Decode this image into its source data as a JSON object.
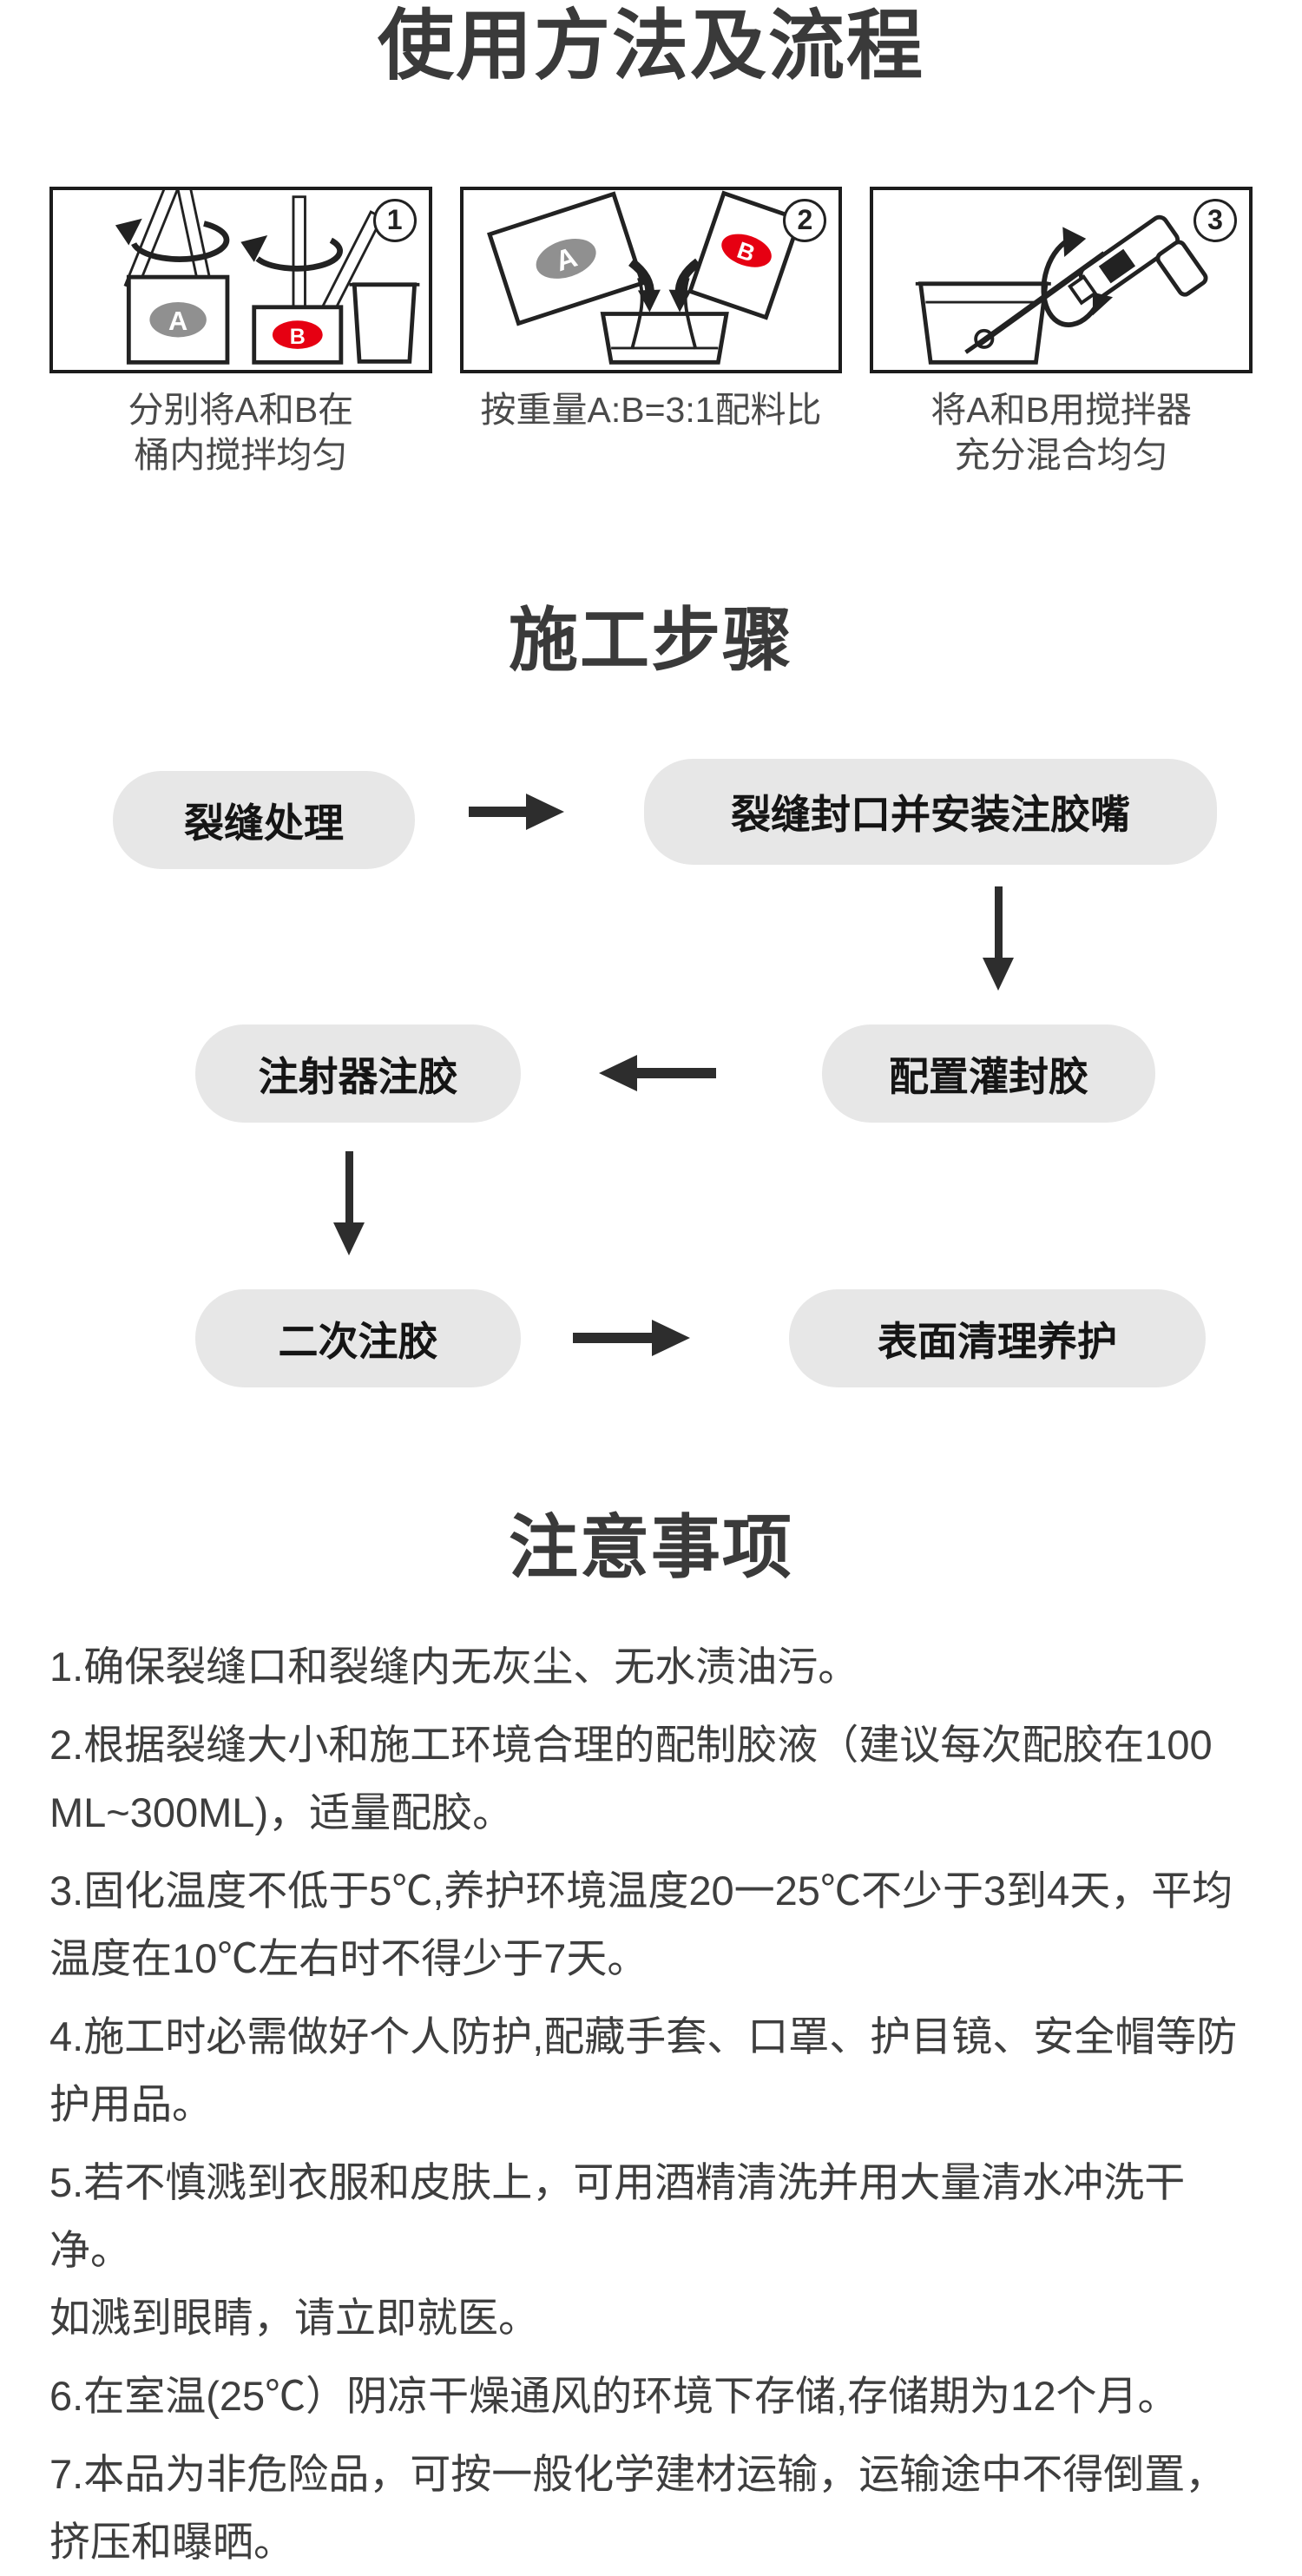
{
  "colors": {
    "background": "#ffffff",
    "heading_text": "#3a3a3a",
    "body_text": "#3e3e3e",
    "pill_background": "#e7e7e7",
    "arrow_color": "#2d2d2d",
    "component_a_gray": "#909090",
    "component_b_red": "#e60012"
  },
  "usage_section": {
    "title": "使用方法及流程",
    "pouch_labels": {
      "a": "A",
      "b": "B"
    },
    "steps": [
      {
        "badge": "1",
        "captions": [
          "分别将A和B在",
          "桶内搅拌均匀"
        ]
      },
      {
        "badge": "2",
        "captions": [
          "按重量A:B=3:1配料比"
        ]
      },
      {
        "badge": "3",
        "captions": [
          "将A和B用搅拌器",
          "充分混合均匀"
        ]
      }
    ]
  },
  "flow_section": {
    "title": "施工步骤",
    "nodes": [
      "裂缝处理",
      "裂缝封口并安装注胶嘴",
      "配置灌封胶",
      "注射器注胶",
      "二次注胶",
      "表面清理养护"
    ]
  },
  "notes_section": {
    "title": "注意事项",
    "items": [
      "1.确保裂缝口和裂缝内无灰尘、无水渍油污。",
      "2.根据裂缝大小和施工环境合理的配制胶液（建议每次配胶在100\nML~300ML)，适量配胶。",
      "3.固化温度不低于5℃,养护环境温度20一25℃不少于3到4天，平均\n温度在10℃左右时不得少于7天。",
      "4.施工时必需做好个人防护,配藏手套、口罩、护目镜、安全帽等防\n护用品。",
      "5.若不慎溅到衣服和皮肤上，可用酒精清洗并用大量清水冲洗干净。\n如溅到眼睛，请立即就医。",
      "6.在室温(25℃）阴凉干燥通风的环境下存储,存储期为12个月。",
      "7.本品为非危险品，可按一般化学建材运输，运输途中不得倒置，\n挤压和曝晒。"
    ]
  }
}
